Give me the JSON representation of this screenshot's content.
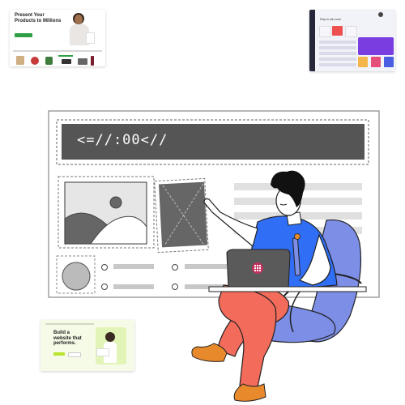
{
  "thumbnails": {
    "ecommerce": {
      "headline": "Present Your Products to Millions"
    },
    "dashboard": {
      "title": "Play to win now!"
    },
    "website": {
      "headline": "Build a website that performs."
    }
  },
  "mockup": {
    "code_text": "<=//:00<//"
  }
}
